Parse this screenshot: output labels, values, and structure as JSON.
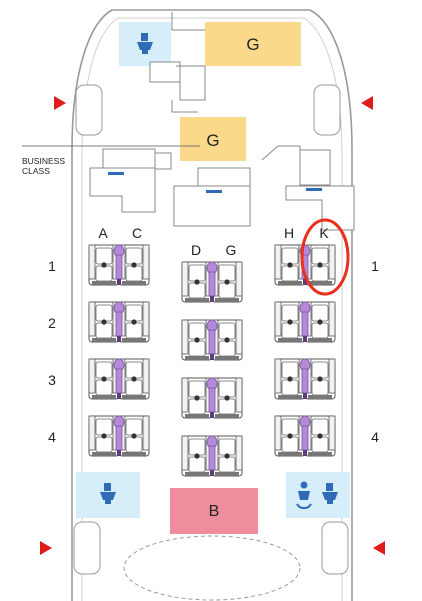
{
  "section": {
    "line1": "BUSINESS",
    "line2": "CLASS"
  },
  "galleys": [
    {
      "id": "galley-top",
      "label": "G"
    },
    {
      "id": "galley-mid",
      "label": "G"
    }
  ],
  "bar": {
    "label": "B"
  },
  "column_letters": [
    "A",
    "C",
    "D",
    "G",
    "H",
    "K"
  ],
  "rows_left": [
    "1",
    "2",
    "3",
    "4"
  ],
  "rows_right": [
    "1",
    "4"
  ],
  "highlighted_seat": "1K",
  "icons": {
    "lavatory": "lavatory-icon",
    "baby_change": "baby-change-icon",
    "exit": "exit-arrow-icon"
  },
  "colors": {
    "galley": "#fbd98b",
    "bar": "#ef8d9e",
    "lavatory": "#d6eef9",
    "icon_blue": "#2f6cb5",
    "seat_accent": "#b48ad8",
    "exit_red": "#e01b1b",
    "highlight": "#e8301d",
    "cabin_line": "#9a9a9a"
  }
}
